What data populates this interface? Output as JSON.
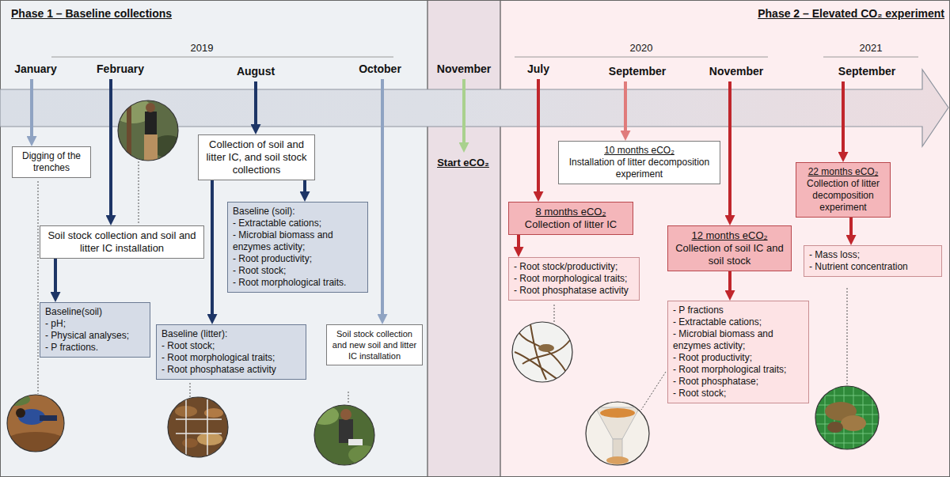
{
  "diagram": {
    "nodes": [
      {
        "text": [
          "Digging of the trenches"
        ]
      },
      {
        "text": [
          "Soil stock collection and soil and litter IC installation"
        ]
      },
      {
        "text": [
          "Baseline(soil)",
          "- pH;",
          "- Physical analyses;",
          "- P fractions."
        ]
      },
      {
        "text": [
          "Collection of soil and litter IC, and soil stock collections"
        ]
      },
      {
        "text": [
          "Baseline (soil):",
          "- Extractable cations;",
          "- Microbial biomass and enzymes activity;",
          "- Root productivity;",
          "- Root stock;",
          "- Root morphological traits."
        ]
      },
      {
        "text": [
          "Baseline (litter):",
          "- Root stock;",
          "- Root morphological traits;",
          "- Root phosphatase activity"
        ]
      },
      {
        "text": [
          "Soil stock collection and new soil and litter IC installation"
        ]
      },
      {
        "text": [
          "8 months eCO₂",
          "Collection of litter IC"
        ]
      },
      {
        "text": [
          "- Root stock/productivity;",
          "- Root morphological traits;",
          "- Root phosphatase activity"
        ]
      },
      {
        "text": [
          "10 months eCO₂",
          "Installation of litter decomposition experiment"
        ]
      },
      {
        "text": [
          "12 months eCO₂",
          "Collection of soil IC and soil stock"
        ]
      },
      {
        "text": [
          "- P fractions",
          "- Extractable cations;",
          "- Microbial biomass and enzymes activity;",
          "- Root productivity;",
          "- Root morphological traits;",
          "- Root phosphatase;",
          "- Root stock;"
        ]
      },
      {
        "text": [
          "22 months eCO₂",
          "Collection of litter decomposition experiment"
        ]
      },
      {
        "text": [
          "- Mass loss;",
          "- Nutrient concentration"
        ]
      }
    ],
    "edges": [
      {
        "from": 1,
        "to": 2,
        "arrow": "to"
      },
      {
        "from": 3,
        "to": 4,
        "arrow": "to"
      },
      {
        "from": 3,
        "to": 5,
        "arrow": "to"
      },
      {
        "from": 7,
        "to": 8,
        "arrow": "to"
      },
      {
        "from": 10,
        "to": 11,
        "arrow": "to"
      },
      {
        "from": 12,
        "to": 13,
        "arrow": "to"
      }
    ],
    "labels": [
      "Phase 1 – Baseline collections",
      "Phase 2 – Elevated CO₂ experiment",
      "2019",
      "2020",
      "2021",
      "January",
      "February",
      "August",
      "October",
      "November",
      "July",
      "September",
      "November",
      "September",
      "Start eCO₂"
    ]
  }
}
